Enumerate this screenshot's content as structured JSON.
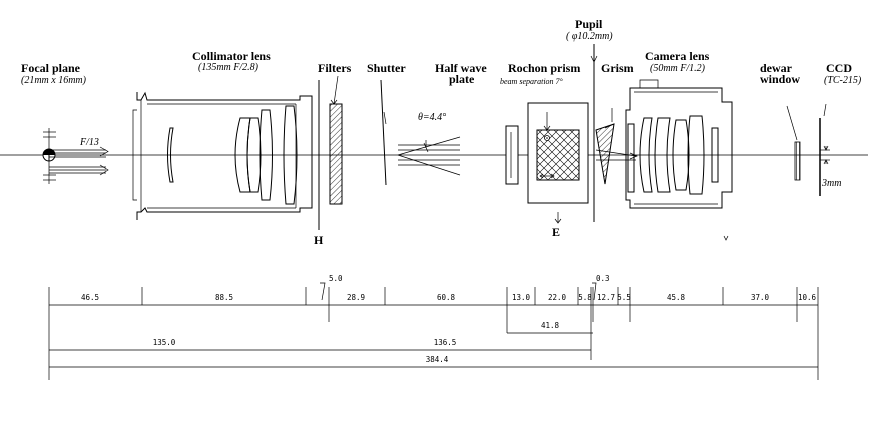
{
  "labels": {
    "focal_plane": "Focal plane",
    "focal_plane_sub": "(21mm x 16mm)",
    "f_ratio": "F/13",
    "collimator": "Collimator lens",
    "collimator_sub": "(135mm F/2.8)",
    "filters": "Filters",
    "shutter": "Shutter",
    "theta": "θ=4.4°",
    "h_mark": "H",
    "halfwave_1": "Half wave",
    "halfwave_2": "plate",
    "rochon": "Rochon prism",
    "rochon_sub": "beam separation 7°",
    "e_mark": "E",
    "pupil": "Pupil",
    "pupil_sub": "( φ10.2mm)",
    "grism": "Grism",
    "camera": "Camera lens",
    "camera_sub": "(50mm F/1.2)",
    "dewar_1": "dewar",
    "dewar_2": "window",
    "ccd": "CCD",
    "ccd_sub": "(TC-215)",
    "ccd_size": "3mm"
  },
  "dimensions": {
    "row1": [
      "46.5",
      "88.5",
      "28.9",
      "60.8",
      "13.0",
      "22.0",
      "5.8",
      "12.7",
      "5.5",
      "45.8",
      "37.0",
      "10.6"
    ],
    "small_5_0": "5.0",
    "small_0_3": "0.3",
    "d_41_8": "41.8",
    "d_135_0": "135.0",
    "d_136_5": "136.5",
    "total": "384.4"
  }
}
